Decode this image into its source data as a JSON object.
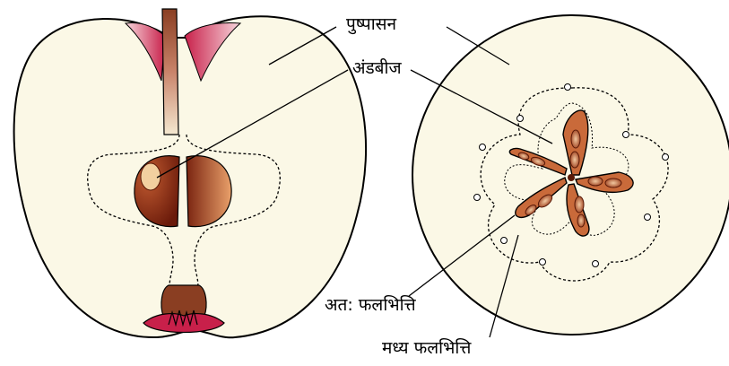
{
  "labels": {
    "receptacle": "पुष्पासन",
    "ovule": "अंडबीज",
    "endocarp": "अत: फलभित्ति",
    "mesocarp": "मध्य फलभित्ति"
  },
  "colors": {
    "flesh": "#fbf8e6",
    "skin_red": "#c8204a",
    "seed_brown": "#8a2a12",
    "seed_light": "#d88850",
    "stalk": "#8a3e22",
    "outline": "#000000"
  }
}
